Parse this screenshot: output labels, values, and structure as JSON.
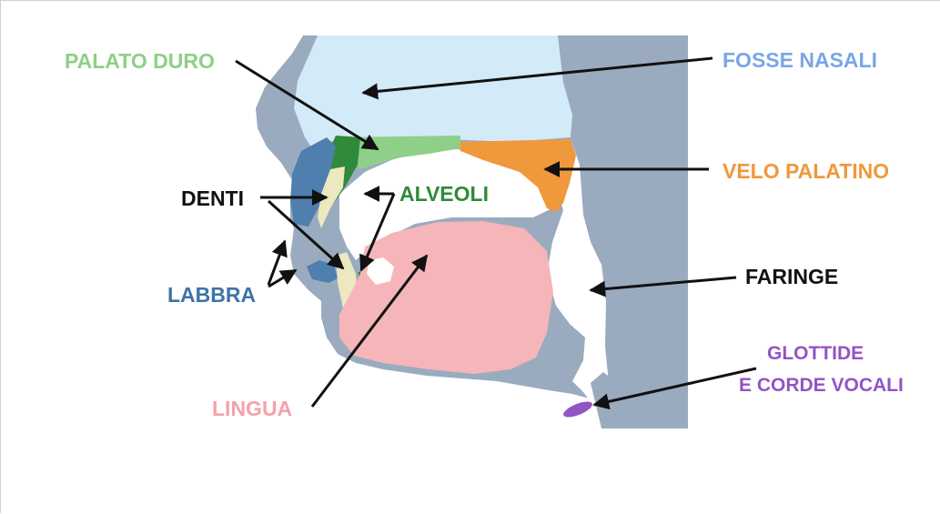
{
  "labels": {
    "palato_duro": "PALATO DURO",
    "fosse_nasali": "FOSSE NASALI",
    "velo_palatino": "VELO PALATINO",
    "denti": "DENTI",
    "alveoli": "ALVEOLI",
    "faringe": "FARINGE",
    "labbra": "LABBRA",
    "glottide": "GLOTTIDE",
    "corde_vocali": "E CORDE VOCALI",
    "lingua": "LINGUA"
  },
  "colors": {
    "palato_duro": "#8fcf88",
    "fosse_nasali": "#7aa6e6",
    "velo_palatino": "#f0983c",
    "denti": "#111111",
    "alveoli": "#2f8a3a",
    "faringe": "#111111",
    "labbra": "#3f73a8",
    "glottide": "#9354c4",
    "lingua": "#f3a3a8",
    "tissue": "#9aabbf",
    "nasal_cavity": "#d3eaf8",
    "tongue_fill": "#f5b5b9",
    "teeth": "#ece8bf",
    "lips_fill": "#4f7fae",
    "arrow": "#111111"
  }
}
